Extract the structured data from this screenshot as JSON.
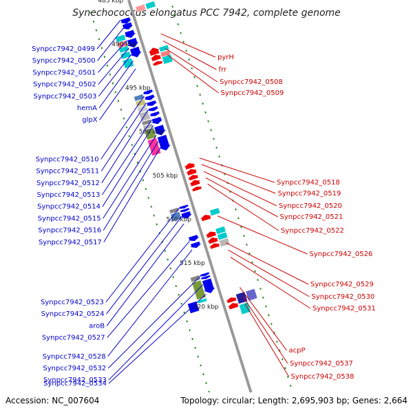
{
  "title": "Synechococcus elongatus PCC 7942, complete genome",
  "footer": {
    "accession": "Accession: NC_007604",
    "topology": "Topology: circular; Length: 2,695,903 bp; Genes: 2,664"
  },
  "colors": {
    "left_label": "#0000cc",
    "right_label": "#cc0000",
    "axis": "#999999",
    "tick_dot": "#2a8a2a",
    "forward_gene": "#0000ee",
    "reverse_gene": "#ee0000"
  },
  "kbp_marks": [
    {
      "label": "485 kbp",
      "t": 0.0
    },
    {
      "label": "490 kbp",
      "t": 0.1042
    },
    {
      "label": "495 kbp",
      "t": 0.2083
    },
    {
      "label": "500 kbp",
      "t": 0.3125
    },
    {
      "label": "505 kbp",
      "t": 0.4167
    },
    {
      "label": "510 kbp",
      "t": 0.5208
    },
    {
      "label": "515 kbp",
      "t": 0.625
    },
    {
      "label": "520 kbp",
      "t": 0.7292
    }
  ],
  "left_labels": [
    {
      "text": "Synpcc7942_0499",
      "t": 0.038
    },
    {
      "text": "Synpcc7942_0500",
      "t": 0.058
    },
    {
      "text": "Synpcc7942_0501",
      "t": 0.087
    },
    {
      "text": "Synpcc7942_0502",
      "t": 0.104
    },
    {
      "text": "Synpcc7942_0503",
      "t": 0.12
    },
    {
      "text": "hemA",
      "t": 0.135
    },
    {
      "text": "glpX",
      "t": 0.154
    },
    {
      "text": "Synpcc7942_0510",
      "t": 0.219
    },
    {
      "text": "Synpcc7942_0511",
      "t": 0.235
    },
    {
      "text": "Synpcc7942_0512",
      "t": 0.251
    },
    {
      "text": "Synpcc7942_0513",
      "t": 0.276
    },
    {
      "text": "Synpcc7942_0514",
      "t": 0.289
    },
    {
      "text": "Synpcc7942_0515",
      "t": 0.312
    },
    {
      "text": "Synpcc7942_0516",
      "t": 0.327
    },
    {
      "text": "Synpcc7942_0517",
      "t": 0.342
    },
    {
      "text": "Synpcc7942_0523",
      "t": 0.486
    },
    {
      "text": "Synpcc7942_0524",
      "t": 0.506
    },
    {
      "text": "aroB",
      "t": 0.523
    },
    {
      "text": "Synpcc7942_0527",
      "t": 0.565
    },
    {
      "text": "Synpcc7942_0528",
      "t": 0.585
    },
    {
      "text": "Synpcc7942_0532",
      "t": 0.648
    },
    {
      "text": "Synpcc7942_0533",
      "t": 0.668
    },
    {
      "text": "Synpcc7942_0534",
      "t": 0.691
    }
  ],
  "right_labels": [
    {
      "text": "pyrH",
      "t": 0.095
    },
    {
      "text": "frr",
      "t": 0.112
    },
    {
      "text": "Synpcc7942_0508",
      "t": 0.13
    },
    {
      "text": "Synpcc7942_0509",
      "t": 0.145
    },
    {
      "text": "Synpcc7942_0518",
      "t": 0.391
    },
    {
      "text": "Synpcc7942_0519",
      "t": 0.406
    },
    {
      "text": "Synpcc7942_0520",
      "t": 0.423
    },
    {
      "text": "Synpcc7942_0521",
      "t": 0.438
    },
    {
      "text": "Synpcc7942_0522",
      "t": 0.453
    },
    {
      "text": "Synpcc7942_0526",
      "t": 0.529
    },
    {
      "text": "Synpcc7942_0529",
      "t": 0.593
    },
    {
      "text": "Synpcc7942_0530",
      "t": 0.61
    },
    {
      "text": "Synpcc7942_0531",
      "t": 0.627
    },
    {
      "text": "acpP",
      "t": 0.699
    },
    {
      "text": "Synpcc7942_0537",
      "t": 0.72
    },
    {
      "text": "Synpcc7942_0538",
      "t": 0.738
    }
  ],
  "genes": [
    {
      "t": 0.038,
      "len": 0.012,
      "lane": -1,
      "strand": "+",
      "color": "#0000ee"
    },
    {
      "t": 0.05,
      "len": 0.014,
      "lane": -1,
      "strand": "+",
      "color": "#0000ee"
    },
    {
      "t": 0.068,
      "len": 0.016,
      "lane": -1,
      "strand": "+",
      "color": "#0000ee"
    },
    {
      "t": 0.087,
      "len": 0.02,
      "lane": -1,
      "strand": "+",
      "color": "#0000ee"
    },
    {
      "t": 0.108,
      "len": 0.022,
      "lane": -1,
      "strand": "+",
      "color": "#0000ee"
    },
    {
      "t": 0.072,
      "len": 0.012,
      "lane": -2,
      "strand": "0",
      "color": "#00cccc"
    },
    {
      "t": 0.086,
      "len": 0.012,
      "lane": -2,
      "strand": "0",
      "color": "#f08080"
    },
    {
      "t": 0.099,
      "len": 0.01,
      "lane": -2,
      "strand": "0",
      "color": "#00cccc"
    },
    {
      "t": 0.112,
      "len": 0.012,
      "lane": -2,
      "strand": "0",
      "color": "#00cccc"
    },
    {
      "t": 0.128,
      "len": 0.018,
      "lane": -2,
      "strand": "0",
      "color": "#00cccc"
    },
    {
      "t": 0.02,
      "len": 0.012,
      "lane": 1,
      "strand": "0",
      "color": "#ff9999"
    },
    {
      "t": 0.02,
      "len": 0.012,
      "lane": 2,
      "strand": "0",
      "color": "#00cccc"
    },
    {
      "t": 0.12,
      "len": 0.016,
      "lane": 1,
      "strand": "-",
      "color": "#ee0000"
    },
    {
      "t": 0.137,
      "len": 0.012,
      "lane": 1,
      "strand": "-",
      "color": "#ee0000"
    },
    {
      "t": 0.152,
      "len": 0.008,
      "lane": 1,
      "strand": "-",
      "color": "#ee0000"
    },
    {
      "t": 0.124,
      "len": 0.01,
      "lane": 2,
      "strand": "0",
      "color": "#00cccc"
    },
    {
      "t": 0.136,
      "len": 0.01,
      "lane": 2,
      "strand": "0",
      "color": "#f08080"
    },
    {
      "t": 0.147,
      "len": 0.016,
      "lane": 2,
      "strand": "0",
      "color": "#00cccc"
    },
    {
      "t": 0.21,
      "len": 0.008,
      "lane": -1,
      "strand": "+",
      "color": "#0000ee"
    },
    {
      "t": 0.222,
      "len": 0.01,
      "lane": -1,
      "strand": "+",
      "color": "#0000ee"
    },
    {
      "t": 0.236,
      "len": 0.01,
      "lane": -1,
      "strand": "+",
      "color": "#0000ee"
    },
    {
      "t": 0.25,
      "len": 0.008,
      "lane": -1,
      "strand": "+",
      "color": "#0000ee"
    },
    {
      "t": 0.262,
      "len": 0.008,
      "lane": -1,
      "strand": "+",
      "color": "#0000ee"
    },
    {
      "t": 0.275,
      "len": 0.014,
      "lane": -1,
      "strand": "+",
      "color": "#0000ee"
    },
    {
      "t": 0.294,
      "len": 0.022,
      "lane": -1,
      "strand": "+",
      "color": "#0000ee"
    },
    {
      "t": 0.318,
      "len": 0.034,
      "lane": -1,
      "strand": "+",
      "color": "#0000ee"
    },
    {
      "t": 0.214,
      "len": 0.01,
      "lane": -2,
      "strand": "0",
      "color": "#4f81bd"
    },
    {
      "t": 0.226,
      "len": 0.012,
      "lane": -2,
      "strand": "0",
      "color": "#c8c070"
    },
    {
      "t": 0.24,
      "len": 0.012,
      "lane": -2,
      "strand": "0",
      "color": "#cccccc"
    },
    {
      "t": 0.254,
      "len": 0.018,
      "lane": -2,
      "strand": "0",
      "color": "#b8b8b8"
    },
    {
      "t": 0.274,
      "len": 0.008,
      "lane": -2,
      "strand": "0",
      "color": "#888888"
    },
    {
      "t": 0.284,
      "len": 0.008,
      "lane": -2,
      "strand": "0",
      "color": "#aaaaaa"
    },
    {
      "t": 0.294,
      "len": 0.022,
      "lane": -2,
      "strand": "0",
      "color": "#7a9a3a"
    },
    {
      "t": 0.318,
      "len": 0.036,
      "lane": -2,
      "strand": "0",
      "color": "#ff3399"
    },
    {
      "t": 0.395,
      "len": 0.012,
      "lane": 1,
      "strand": "-",
      "color": "#ee0000"
    },
    {
      "t": 0.409,
      "len": 0.012,
      "lane": 1,
      "strand": "-",
      "color": "#ee0000"
    },
    {
      "t": 0.423,
      "len": 0.01,
      "lane": 1,
      "strand": "-",
      "color": "#ee0000"
    },
    {
      "t": 0.435,
      "len": 0.012,
      "lane": 1,
      "strand": "-",
      "color": "#ee0000"
    },
    {
      "t": 0.451,
      "len": 0.008,
      "lane": 1,
      "strand": "-",
      "color": "#ee0000"
    },
    {
      "t": 0.484,
      "len": 0.006,
      "lane": -1,
      "strand": "+",
      "color": "#0000ee"
    },
    {
      "t": 0.492,
      "len": 0.006,
      "lane": -1,
      "strand": "+",
      "color": "#0000ee"
    },
    {
      "t": 0.5,
      "len": 0.014,
      "lane": -1,
      "strand": "+",
      "color": "#0000ee"
    },
    {
      "t": 0.484,
      "len": 0.008,
      "lane": -2,
      "strand": "0",
      "color": "#888888"
    },
    {
      "t": 0.494,
      "len": 0.016,
      "lane": -2,
      "strand": "0",
      "color": "#4f81bd"
    },
    {
      "t": 0.518,
      "len": 0.012,
      "lane": 1,
      "strand": "-",
      "color": "#ee0000"
    },
    {
      "t": 0.512,
      "len": 0.012,
      "lane": 2,
      "strand": "0",
      "color": "#00cccc"
    },
    {
      "t": 0.556,
      "len": 0.012,
      "lane": -1,
      "strand": "+",
      "color": "#0000ee"
    },
    {
      "t": 0.572,
      "len": 0.012,
      "lane": -1,
      "strand": "+",
      "color": "#0000ee"
    },
    {
      "t": 0.558,
      "len": 0.012,
      "lane": 1,
      "strand": "-",
      "color": "#ee0000"
    },
    {
      "t": 0.572,
      "len": 0.012,
      "lane": 1,
      "strand": "-",
      "color": "#ee0000"
    },
    {
      "t": 0.586,
      "len": 0.01,
      "lane": 1,
      "strand": "-",
      "color": "#ee0000"
    },
    {
      "t": 0.556,
      "len": 0.012,
      "lane": 2,
      "strand": "0",
      "color": "#00cccc"
    },
    {
      "t": 0.57,
      "len": 0.012,
      "lane": 2,
      "strand": "0",
      "color": "#00cccc"
    },
    {
      "t": 0.584,
      "len": 0.014,
      "lane": 2,
      "strand": "0",
      "color": "#b8b8b8"
    },
    {
      "t": 0.645,
      "len": 0.006,
      "lane": -1,
      "strand": "+",
      "color": "#0000ee"
    },
    {
      "t": 0.652,
      "len": 0.006,
      "lane": -1,
      "strand": "+",
      "color": "#0000ee"
    },
    {
      "t": 0.66,
      "len": 0.032,
      "lane": -1,
      "strand": "+",
      "color": "#0000ee"
    },
    {
      "t": 0.645,
      "len": 0.01,
      "lane": -2,
      "strand": "0",
      "color": "#888888"
    },
    {
      "t": 0.657,
      "len": 0.04,
      "lane": -2,
      "strand": "0",
      "color": "#7a9a3a"
    },
    {
      "t": 0.7,
      "len": 0.006,
      "lane": -2,
      "strand": "0",
      "color": "#00cccc"
    },
    {
      "t": 0.7,
      "len": 0.022,
      "lane": -3,
      "strand": "0",
      "color": "#0000ee"
    },
    {
      "t": 0.715,
      "len": 0.01,
      "lane": 1,
      "strand": "-",
      "color": "#ee0000"
    },
    {
      "t": 0.728,
      "len": 0.012,
      "lane": 1,
      "strand": "-",
      "color": "#ee0000"
    },
    {
      "t": 0.712,
      "len": 0.022,
      "lane": 2,
      "strand": "0",
      "color": "#2020a0"
    },
    {
      "t": 0.737,
      "len": 0.022,
      "lane": 2,
      "strand": "0",
      "color": "#00cccc"
    },
    {
      "t": 0.712,
      "len": 0.022,
      "lane": 3,
      "strand": "0",
      "color": "#6666cc"
    }
  ]
}
